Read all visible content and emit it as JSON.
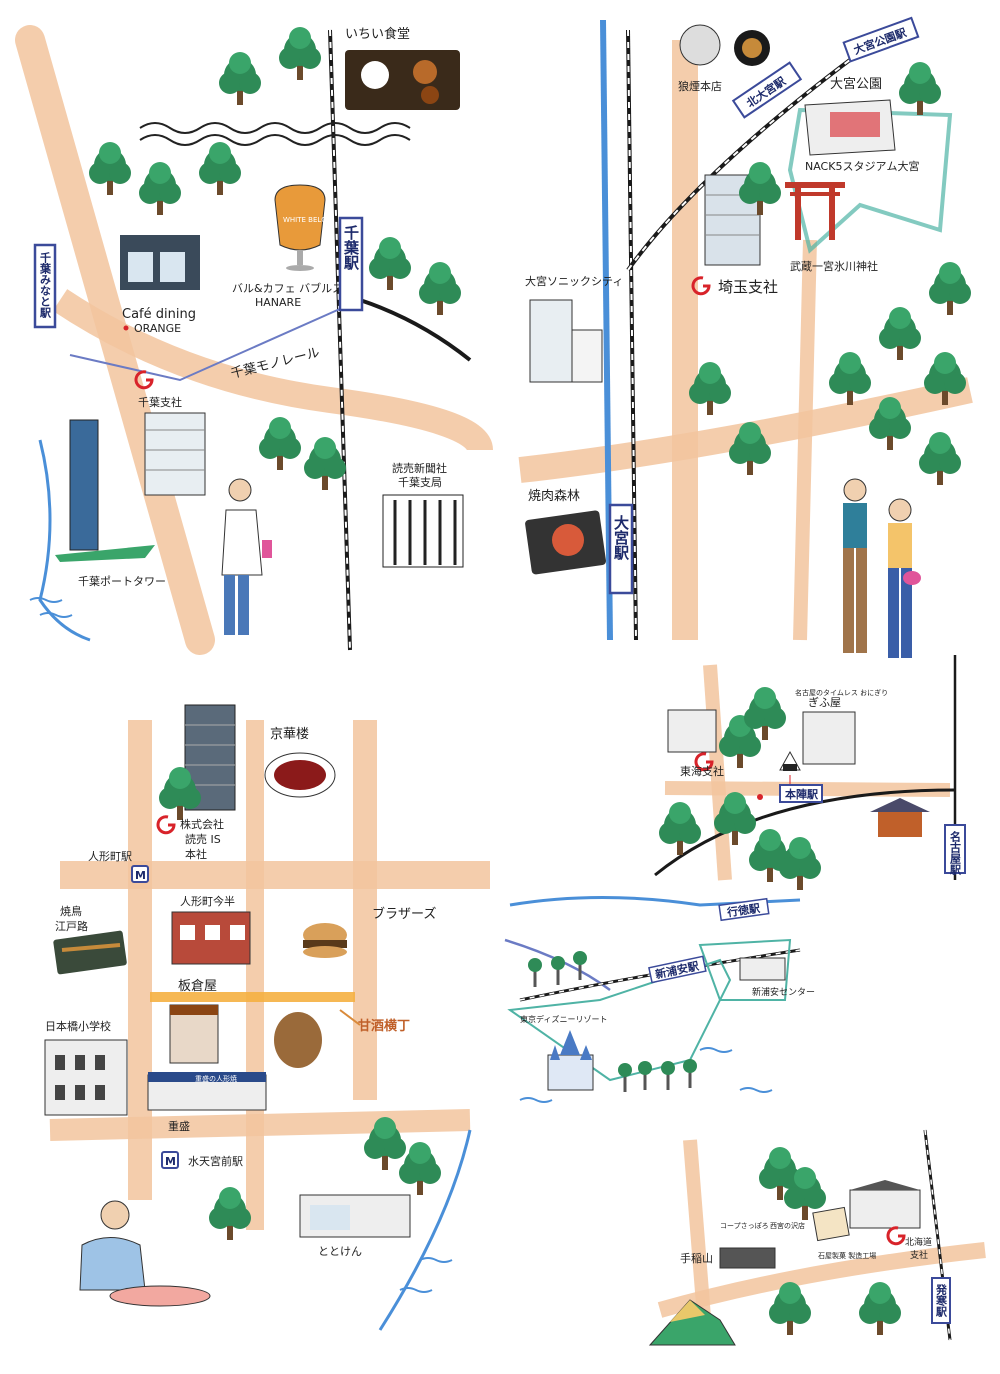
{
  "colors": {
    "road": "#f2c49e",
    "rail": "#1a1a1a",
    "river": "#4a8fd8",
    "monorail": "#6b7bc4",
    "tree": "#2e8b57",
    "company_mark": "#d8232a",
    "station_border": "#3b4a9a",
    "path_teal": "#4fb3a5",
    "amazake_highlight": "#f5b041"
  },
  "maps": {
    "chiba": {
      "restaurant": "いちい食堂",
      "station": "千葉駅",
      "station_minato": "千葉みなと駅",
      "cafe": "Café dining",
      "cafe_sub": "ORANGE",
      "bar": "バル&カフェ バブルス",
      "bar_sub": "HANARE",
      "monorail": "千葉モノレール",
      "branch": "千葉支社",
      "newspaper": "読売新聞社",
      "newspaper_sub": "千葉支局",
      "tower": "千葉ポートタワー",
      "glass_label": "WHITE BELG"
    },
    "omiya": {
      "restaurant": "狼煙本店",
      "station_kita": "北大宮駅",
      "station_koen": "大宮公園駅",
      "park": "大宮公園",
      "stadium": "NACK5スタジアム大宮",
      "shrine": "武蔵一宮氷川神社",
      "sonic": "大宮ソニックシティ",
      "branch": "埼玉支社",
      "yakiniku": "焼肉森林",
      "station": "大宮駅"
    },
    "ningyocho": {
      "building": "株式会社",
      "building_sub1": "読売 IS",
      "building_sub2": "本社",
      "keikaro": "京華楼",
      "station_n": "人形町駅",
      "imahan": "人形町今半",
      "yakitori": "焼鳥",
      "yakitori_sub": "江戸路",
      "burger": "ブラザーズ",
      "itakura": "板倉屋",
      "amazake": "甘酒横丁",
      "school": "日本橋小学校",
      "jyuseki": "重盛",
      "shop_sign": "重盛の人形焼",
      "station_s": "水天宮前駅",
      "totoken": "ととけん",
      "metro_mark": "M"
    },
    "nagoya": {
      "onigiri": "名古屋のタイムレス おにぎり",
      "onigiri_sub": "ぎふ屋",
      "branch": "東海支社",
      "station_h": "本陣駅",
      "station_n": "名古屋駅"
    },
    "urayasu": {
      "station_g": "行徳駅",
      "station_u": "新浦安駅",
      "center": "新浦安センター",
      "resort": "東京ディズニーリゾート"
    },
    "sapporo": {
      "coop": "コープさっぽろ",
      "coop_sub": "西宮の沢店",
      "factory": "石屋製菓 製造工場",
      "branch": "北海道",
      "branch_sub": "支社",
      "mountain": "手稲山",
      "station": "発寒駅"
    }
  }
}
